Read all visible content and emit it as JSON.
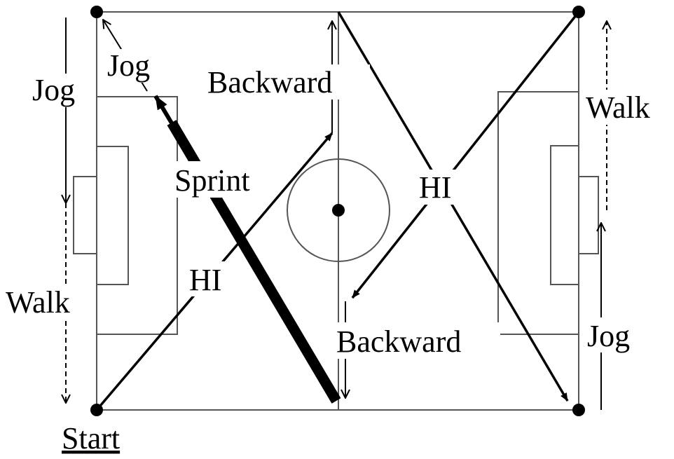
{
  "colors": {
    "ink": "#000000",
    "background": "#ffffff"
  },
  "labels": {
    "jog_top_left_inner": "Jog",
    "jog_top_left_outer": "Jog",
    "walk_left": "Walk",
    "start": "Start",
    "sprint": "Sprint",
    "hi_left": "HI",
    "backward_top": "Backward",
    "backward_bottom": "Backward",
    "hi_right": "HI",
    "walk_right": "Walk",
    "jog_right": "Jog"
  }
}
